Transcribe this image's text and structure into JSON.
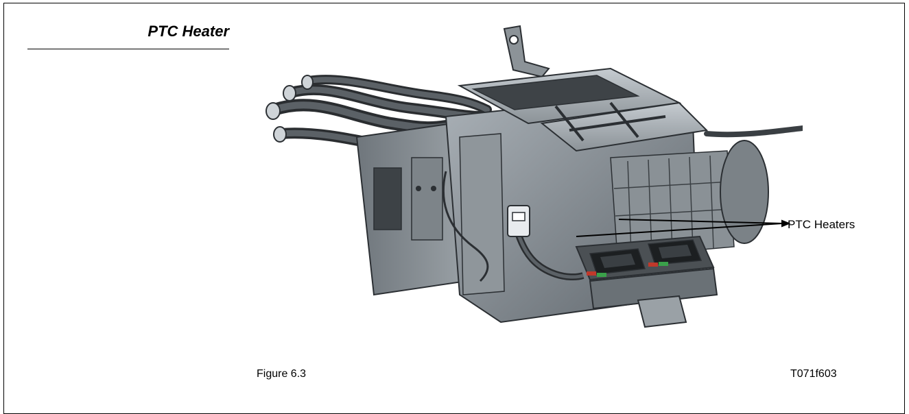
{
  "page": {
    "section_title": "PTC Heater"
  },
  "figure": {
    "callout_label": "PTC Heaters",
    "caption": "Figure 6.3",
    "code": "T071f603",
    "illustration_subject": "hvac-unit-with-ptc-heaters"
  }
}
